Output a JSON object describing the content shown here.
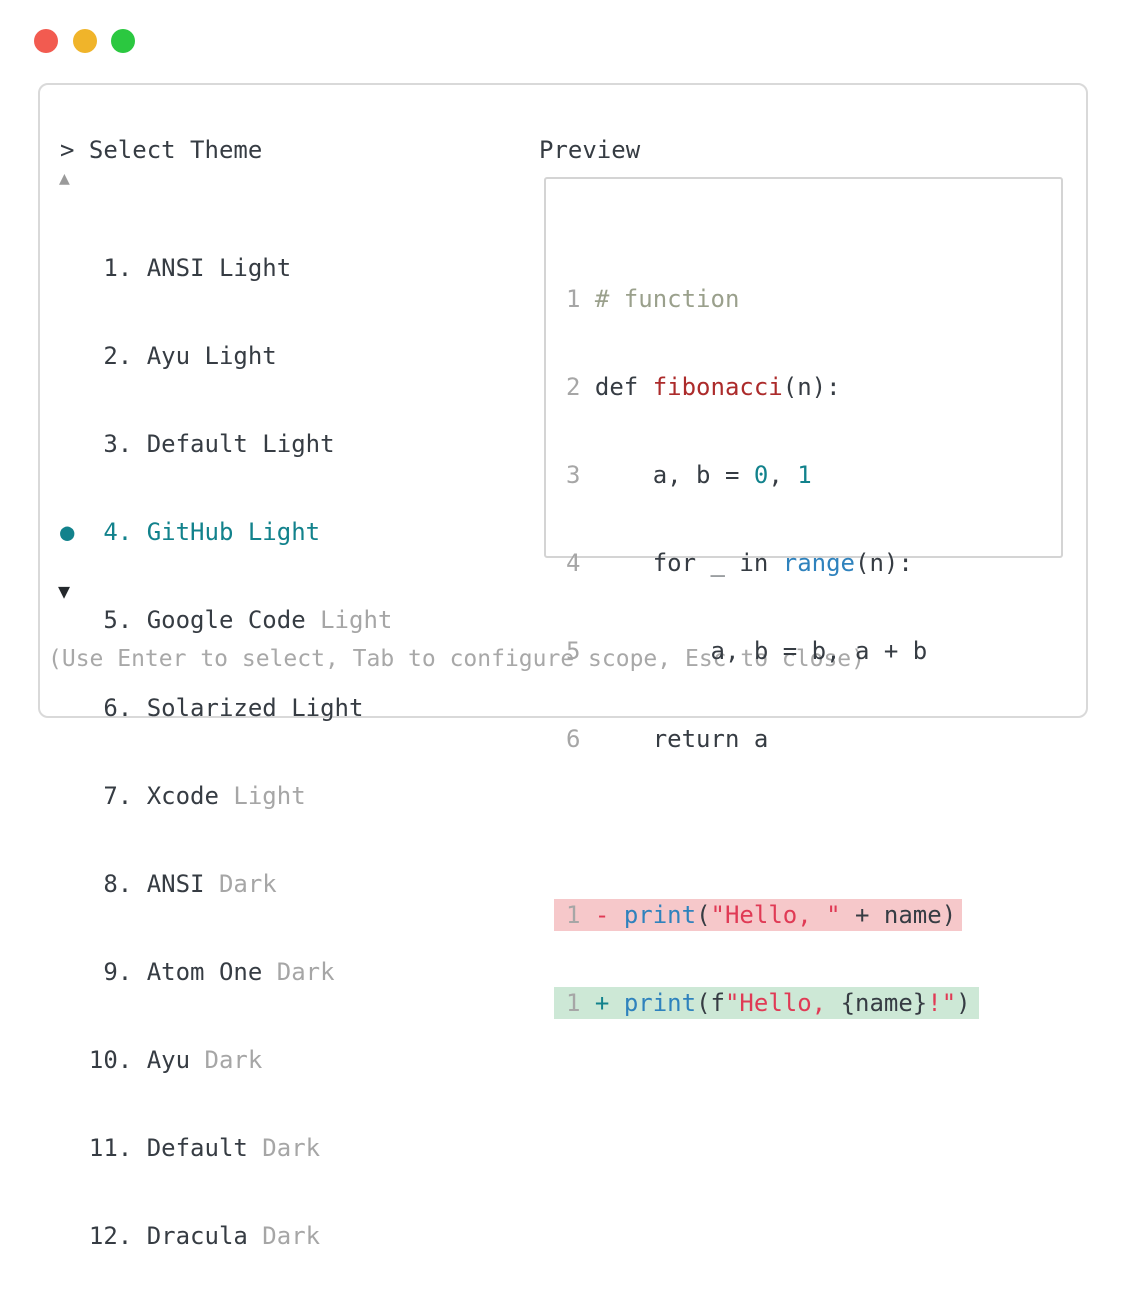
{
  "window": {
    "controls": [
      {
        "name": "close",
        "color": "#f25b50"
      },
      {
        "name": "minimize",
        "color": "#f0b42a"
      },
      {
        "name": "zoom",
        "color": "#2bc840"
      }
    ]
  },
  "panel": {
    "title": "> Select Theme",
    "scroll_up_icon": "▲",
    "scroll_down_icon": "▼",
    "hint": "(Use Enter to select, Tab to configure scope, Esc to close)"
  },
  "theme_list": {
    "selected_number": 4,
    "selected_name": "GitHub Light",
    "items": [
      {
        "number": 1,
        "name": "ANSI Light",
        "selected": false,
        "tokens": [
          {
            "t": "   1. ANSI Light",
            "c": "dark"
          }
        ]
      },
      {
        "number": 2,
        "name": "Ayu Light",
        "selected": false,
        "tokens": [
          {
            "t": "   2. Ayu Light",
            "c": "dark"
          }
        ]
      },
      {
        "number": 3,
        "name": "Default Light",
        "selected": false,
        "tokens": [
          {
            "t": "   3. Default Light",
            "c": "dark"
          }
        ]
      },
      {
        "number": 4,
        "name": "GitHub Light",
        "selected": true,
        "tokens": [
          {
            "t": "● ",
            "c": "teal"
          },
          {
            "t": " 4. GitHub Light",
            "c": "teal"
          }
        ]
      },
      {
        "number": 5,
        "name": "Google Code Light",
        "selected": false,
        "tokens": [
          {
            "t": "   5. Google Code",
            "c": "dark"
          },
          {
            "t": " Light",
            "c": "gray"
          }
        ]
      },
      {
        "number": 6,
        "name": "Solarized Light",
        "selected": false,
        "tokens": [
          {
            "t": "   6. Solarized Light",
            "c": "dark"
          }
        ]
      },
      {
        "number": 7,
        "name": "Xcode Light",
        "selected": false,
        "tokens": [
          {
            "t": "   7. Xcode",
            "c": "dark"
          },
          {
            "t": " Light",
            "c": "gray"
          }
        ]
      },
      {
        "number": 8,
        "name": "ANSI Dark",
        "selected": false,
        "tokens": [
          {
            "t": "   8. ANSI",
            "c": "dark"
          },
          {
            "t": " Dark",
            "c": "gray"
          }
        ]
      },
      {
        "number": 9,
        "name": "Atom One Dark",
        "selected": false,
        "tokens": [
          {
            "t": "   9. Atom One",
            "c": "dark"
          },
          {
            "t": " Dark",
            "c": "gray"
          }
        ]
      },
      {
        "number": 10,
        "name": "Ayu Dark",
        "selected": false,
        "tokens": [
          {
            "t": "  10. Ayu",
            "c": "dark"
          },
          {
            "t": " Dark",
            "c": "gray"
          }
        ]
      },
      {
        "number": 11,
        "name": "Default Dark",
        "selected": false,
        "tokens": [
          {
            "t": "  11. Default",
            "c": "dark"
          },
          {
            "t": " Dark",
            "c": "gray"
          }
        ]
      },
      {
        "number": 12,
        "name": "Dracula Dark",
        "selected": false,
        "tokens": [
          {
            "t": "  12. Dracula",
            "c": "dark"
          },
          {
            "t": " Dark",
            "c": "gray"
          }
        ]
      }
    ]
  },
  "preview": {
    "label": "Preview",
    "lines": [
      {
        "tokens": [
          {
            "t": "1 ",
            "c": "gray"
          },
          {
            "t": "# function",
            "c": "comment"
          }
        ]
      },
      {
        "tokens": [
          {
            "t": "2 ",
            "c": "gray"
          },
          {
            "t": "def ",
            "c": "dark"
          },
          {
            "t": "fibonacci",
            "c": "darkred"
          },
          {
            "t": "(n):",
            "c": "dark"
          }
        ]
      },
      {
        "tokens": [
          {
            "t": "3 ",
            "c": "gray"
          },
          {
            "t": "    a, b = ",
            "c": "dark"
          },
          {
            "t": "0",
            "c": "teal"
          },
          {
            "t": ", ",
            "c": "dark"
          },
          {
            "t": "1",
            "c": "teal"
          }
        ]
      },
      {
        "tokens": [
          {
            "t": "4 ",
            "c": "gray"
          },
          {
            "t": "    for _ in ",
            "c": "dark"
          },
          {
            "t": "range",
            "c": "blue"
          },
          {
            "t": "(n):",
            "c": "dark"
          }
        ]
      },
      {
        "tokens": [
          {
            "t": "5 ",
            "c": "gray"
          },
          {
            "t": "        a, b = b, a + b",
            "c": "dark"
          }
        ]
      },
      {
        "tokens": [
          {
            "t": "6 ",
            "c": "gray"
          },
          {
            "t": "    return a",
            "c": "dark"
          }
        ]
      },
      {
        "tokens": []
      },
      {
        "diff": "removed",
        "tokens": [
          {
            "t": "1 ",
            "c": "gray"
          },
          {
            "t": "- ",
            "c": "crimson"
          },
          {
            "t": "print",
            "c": "blue"
          },
          {
            "t": "(",
            "c": "dark"
          },
          {
            "t": "\"Hello, \"",
            "c": "crimson"
          },
          {
            "t": " + name)",
            "c": "dark"
          }
        ]
      },
      {
        "diff": "added",
        "tokens": [
          {
            "t": "1 ",
            "c": "gray"
          },
          {
            "t": "+ ",
            "c": "teal"
          },
          {
            "t": "print",
            "c": "blue"
          },
          {
            "t": "(f",
            "c": "dark"
          },
          {
            "t": "\"Hello, ",
            "c": "crimson"
          },
          {
            "t": "{name}",
            "c": "dark"
          },
          {
            "t": "!\"",
            "c": "crimson"
          },
          {
            "t": ")",
            "c": "dark"
          }
        ]
      }
    ]
  },
  "colors": {
    "text_dark": "#363c43",
    "text_muted": "#a6a6a6",
    "accent_teal": "#12828c",
    "syntax_blue": "#2f82bd",
    "syntax_crimson": "#e03a55",
    "syntax_darkred": "#ac2b2b",
    "syntax_comment": "#9aa08c",
    "diff_removed_bg": "#f6c8ca",
    "diff_added_bg": "#cde8d6",
    "traffic_red": "#f25b50",
    "traffic_yellow": "#f0b42a",
    "traffic_green": "#2bc840",
    "panel_border": "#d9d9d9"
  }
}
